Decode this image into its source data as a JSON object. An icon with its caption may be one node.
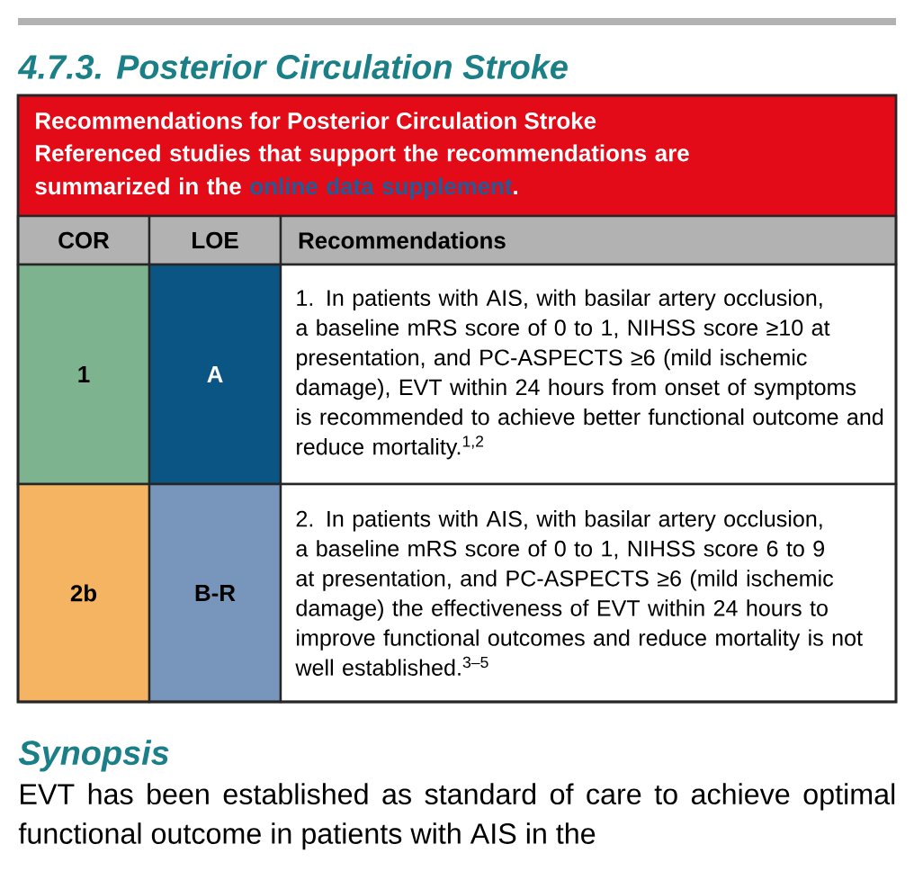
{
  "diagram": {
    "title": "4.7.3. Posterior Circulation Stroke",
    "labels": [
      "Recommendations for Posterior Circulation Stroke",
      "Referenced studies that support the recommendations are summarized in the",
      "online data supplement",
      ".",
      "COR",
      "LOE",
      "Recommendations",
      "1",
      "A",
      "1. In patients with AIS, with basilar artery occlusion, a baseline mRS score of 0 to 1, NIHSS score ≥10 at presentation, and PC-ASPECTS ≥6 (mild ischemic damage), EVT within 24 hours from onset of symptoms is recommended to achieve better functional outcome and reduce mortality.$^{1,2}$",
      "2b",
      "B-R",
      "2. In patients with AIS, with basilar artery occlusion, a baseline mRS score of 0 to 1, NIHSS score 6 to 9 at presentation, and PC-ASPECTS ≥6 (mild ischemic damage) the effectiveness of EVT within 24 hours to improve functional outcomes and reduce mortality is not well established.$^{3–5}$",
      "Synopsis",
      "EVT has been established as standard of care to achieve optimal functional outcome in patients with AIS in the"
    ]
  }
}
